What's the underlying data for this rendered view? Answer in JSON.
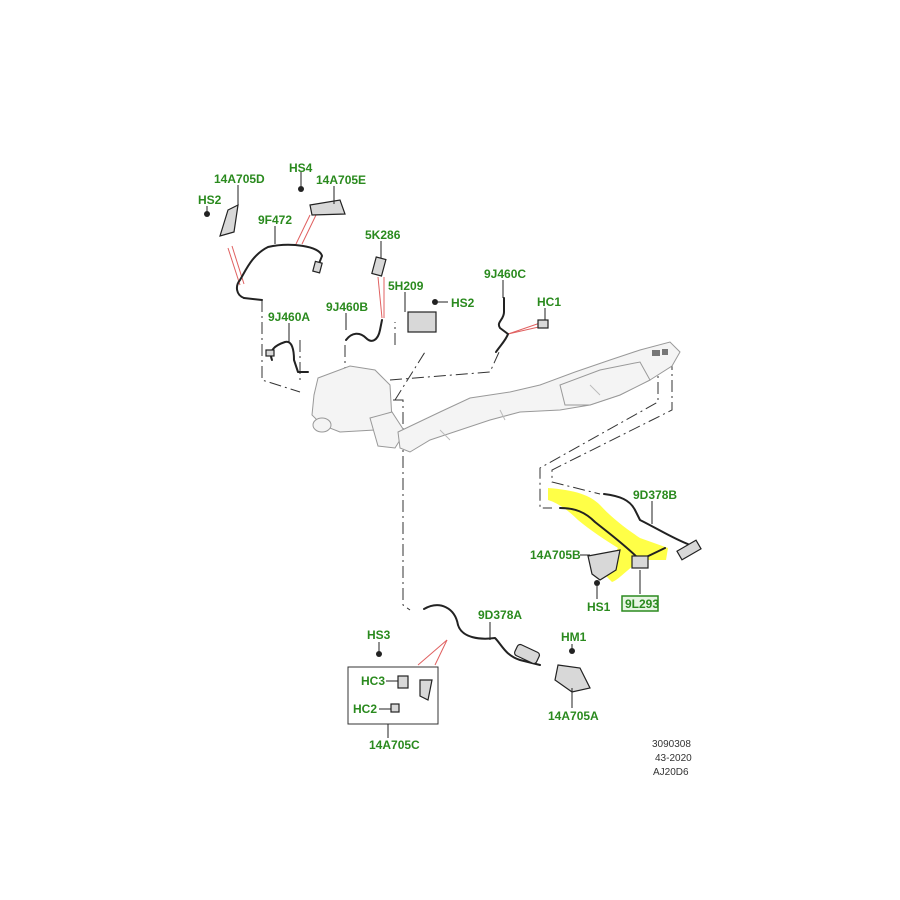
{
  "diagram": {
    "title": "Exhaust system sensors and wiring",
    "highlight_color": "#ffff33",
    "label_color": "#2a8a1e",
    "labels": {
      "l_14A705D": "14A705D",
      "l_HS4": "HS4",
      "l_14A705E": "14A705E",
      "l_HS2_left": "HS2",
      "l_9F472": "9F472",
      "l_5K286": "5K286",
      "l_9J460C": "9J460C",
      "l_5H209": "5H209",
      "l_HS2_right": "HS2",
      "l_HC1": "HC1",
      "l_9J460B": "9J460B",
      "l_9J460A": "9J460A",
      "l_9D378B": "9D378B",
      "l_14A705B": "14A705B",
      "l_HS1": "HS1",
      "l_9L293": "9L293",
      "l_9D378A": "9D378A",
      "l_HS3": "HS3",
      "l_HM1": "HM1",
      "l_HC3": "HC3",
      "l_HC2": "HC2",
      "l_14A705A": "14A705A",
      "l_14A705C": "14A705C"
    },
    "selected_part": "9L293",
    "reference": {
      "line1": "3090308",
      "line2": "43-2020",
      "line3": "AJ20D6"
    }
  }
}
